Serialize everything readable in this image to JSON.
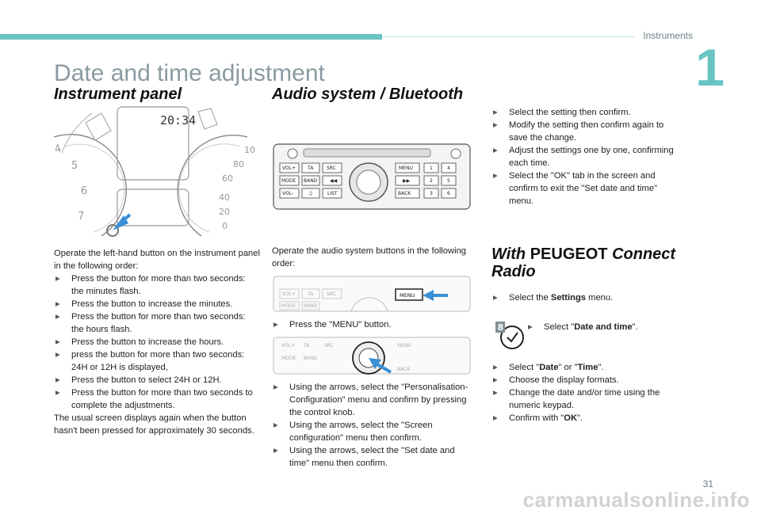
{
  "header": {
    "section": "Instruments",
    "chapter": "1"
  },
  "title": "Date and time adjustment",
  "instrument_panel": {
    "heading": "Instrument panel",
    "display_time": "20:34",
    "intro": "Operate the left-hand button on the instrument panel in the following order:",
    "steps": [
      "Press the button for more than two seconds: the minutes flash.",
      "Press the button to increase the minutes.",
      "Press the button for more than two seconds: the hours flash.",
      "Press the button to increase the hours.",
      "press the button for more than two seconds: 24H or 12H is displayed,",
      "Press the button to select 24H or 12H.",
      "Press the button for more than two seconds to complete the adjustments."
    ],
    "outro": "The usual screen displays again when the button hasn't been pressed for approximately 30 seconds."
  },
  "audio": {
    "heading": "Audio system / Bluetooth",
    "intro": "Operate the audio system buttons in the following order:",
    "step_menu": "Press the \"MENU\" button.",
    "steps": [
      "Using the arrows, select the \"Personalisation- Configuration\" menu and confirm by pressing the control knob.",
      "Using the arrows, select the \"Screen configuration\" menu then confirm.",
      "Using the arrows, select the \"Set date and time\" menu then confirm."
    ],
    "radio_labels": {
      "vol_plus": "VOL+",
      "ta": "TA",
      "src": "SRC",
      "menu": "MENU",
      "mode": "MODE",
      "band": "BAND",
      "vol_minus": "VOL-",
      "list": "LIST",
      "back": "BACK",
      "p1": "1",
      "p2": "2",
      "p3": "3",
      "p4": "4",
      "p5": "5",
      "p6": "6"
    }
  },
  "settings_steps": [
    "Select the setting then confirm.",
    "Modify the setting then confirm again to save the change.",
    "Adjust the settings one by one, confirming each time.",
    "Select the \"OK\" tab in the screen and confirm to exit the \"Set date and time\" menu."
  ],
  "connect": {
    "heading_prefix": "With",
    "heading_brand": "PEUGEOT",
    "heading_suffix": "Connect Radio",
    "select_settings_pre": "Select the",
    "select_settings_bold": "Settings",
    "select_settings_post": "menu.",
    "clock_badge": "8",
    "date_time_pre": "Select \"",
    "date_time_bold": "Date and time",
    "date_time_post": "\".",
    "select_date_pre": "Select \"",
    "select_date_b1": "Date",
    "select_date_mid": "\" or \"",
    "select_date_b2": "Time",
    "select_date_post": "\".",
    "steps": [
      "Choose the display formats.",
      "Change the date and/or time using the numeric keypad."
    ],
    "confirm_pre": "Confirm with \"",
    "confirm_bold": "OK",
    "confirm_post": "\"."
  },
  "footer": {
    "page_number": "31",
    "watermark": "carmanualsonline.info"
  },
  "colors": {
    "accent": "#69c3c3",
    "title_grey": "#8a9aa0",
    "arrow_blue": "#3a8fd6"
  }
}
